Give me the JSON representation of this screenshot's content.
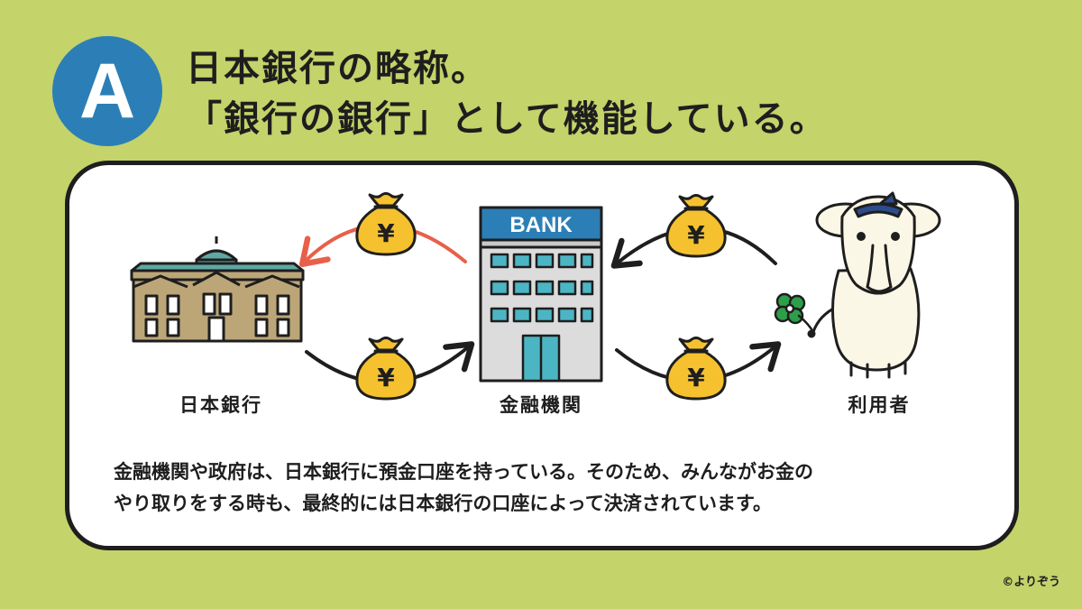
{
  "badge": {
    "letter": "A"
  },
  "title": {
    "line1": "日本銀行の略称。",
    "line2": "「銀行の銀行」として機能している。"
  },
  "diagram": {
    "nodes": {
      "central_bank": "日本銀行",
      "financial_institution": "金融機関",
      "user": "利用者"
    },
    "bank_sign": "BANK",
    "money_symbol": "¥",
    "colors": {
      "arrow_red": "#e8604a",
      "arrow_black": "#1e1e1e",
      "money_bag": "#f5c12e",
      "building_tan": "#bca678",
      "dome_teal": "#5fa8a4",
      "bank_sign_blue": "#2c7fb6",
      "window_teal": "#4cb5c4",
      "clover_green": "#2e9e4a"
    }
  },
  "description": {
    "line1": "金融機関や政府は、日本銀行に預金口座を持っている。そのため、みんながお金の",
    "line2": "やり取りをする時も、最終的には日本銀行の口座によって決済されています。"
  },
  "copyright": "©よりぞう"
}
